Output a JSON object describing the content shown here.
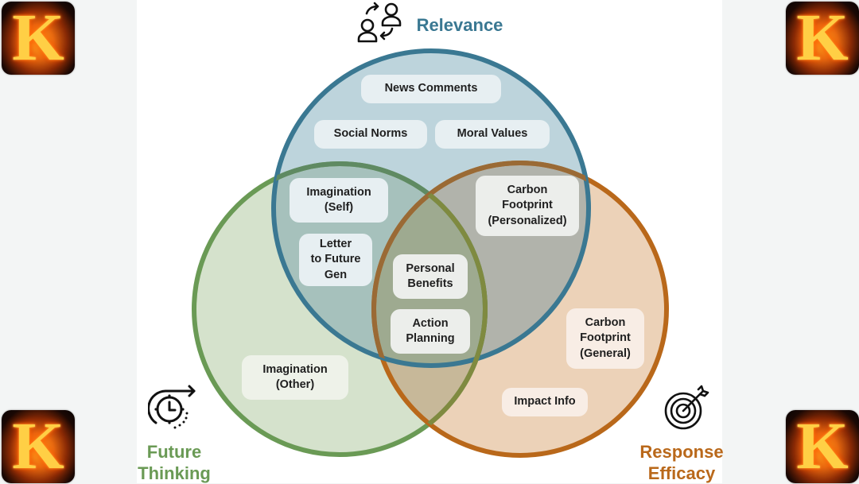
{
  "diagram": {
    "type": "venn-3",
    "sets": [
      {
        "id": "relevance",
        "label": "Relevance",
        "color": "#3a7892",
        "fill": "#bdd4dc",
        "icon": "people-exchange-icon"
      },
      {
        "id": "future_thinking",
        "label_lines": [
          "Future",
          "Thinking"
        ],
        "color": "#6a9a55",
        "fill": "#d5e2cc",
        "icon": "clock-forward-icon"
      },
      {
        "id": "response_efficacy",
        "label_lines": [
          "Response",
          "Efficacy"
        ],
        "color": "#b9681a",
        "fill": "#ecd2b8",
        "icon": "target-arrow-icon"
      }
    ],
    "items": {
      "news_comments": {
        "text": [
          "News Comments"
        ],
        "sets": [
          "relevance"
        ]
      },
      "social_norms": {
        "text": [
          "Social Norms"
        ],
        "sets": [
          "relevance"
        ]
      },
      "moral_values": {
        "text": [
          "Moral Values"
        ],
        "sets": [
          "relevance"
        ]
      },
      "imagination_self": {
        "text": [
          "Imagination",
          "(Self)"
        ],
        "sets": [
          "relevance",
          "future_thinking"
        ]
      },
      "letter_future_gen": {
        "text": [
          "Letter",
          "to Future",
          "Gen"
        ],
        "sets": [
          "relevance",
          "future_thinking"
        ]
      },
      "carbon_footprint_personalized": {
        "text": [
          "Carbon",
          "Footprint",
          "(Personalized)"
        ],
        "sets": [
          "relevance",
          "response_efficacy"
        ]
      },
      "personal_benefits": {
        "text": [
          "Personal",
          "Benefits"
        ],
        "sets": [
          "relevance",
          "future_thinking",
          "response_efficacy"
        ]
      },
      "action_planning": {
        "text": [
          "Action",
          "Planning"
        ],
        "sets": [
          "relevance",
          "future_thinking",
          "response_efficacy"
        ]
      },
      "imagination_other": {
        "text": [
          "Imagination",
          "(Other)"
        ],
        "sets": [
          "future_thinking"
        ]
      },
      "carbon_footprint_general": {
        "text": [
          "Carbon",
          "Footprint",
          "(General)"
        ],
        "sets": [
          "response_efficacy"
        ]
      },
      "impact_info": {
        "text": [
          "Impact Info"
        ],
        "sets": [
          "response_efficacy"
        ]
      }
    }
  },
  "logos": {
    "letter": "K"
  }
}
